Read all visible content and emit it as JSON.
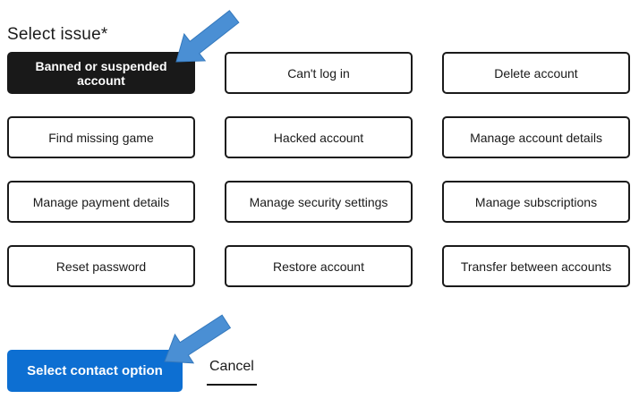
{
  "heading": "Select issue*",
  "issues": [
    {
      "label": "Banned or suspended account",
      "selected": true
    },
    {
      "label": "Can't log in",
      "selected": false
    },
    {
      "label": "Delete account",
      "selected": false
    },
    {
      "label": "Find missing game",
      "selected": false
    },
    {
      "label": "Hacked account",
      "selected": false
    },
    {
      "label": "Manage account details",
      "selected": false
    },
    {
      "label": "Manage payment details",
      "selected": false
    },
    {
      "label": "Manage security settings",
      "selected": false
    },
    {
      "label": "Manage subscriptions",
      "selected": false
    },
    {
      "label": "Reset password",
      "selected": false
    },
    {
      "label": "Restore account",
      "selected": false
    },
    {
      "label": "Transfer between accounts",
      "selected": false
    }
  ],
  "actions": {
    "submit_label": "Select contact option",
    "cancel_label": "Cancel"
  },
  "colors": {
    "primary_blue": "#0d6fd2",
    "selected_button_black": "#191919",
    "button_border_black": "#1a1a1a",
    "annotation_arrow_blue": "#4a8fd4"
  },
  "annotations": {
    "selected_issue_arrow": "arrow pointing at selected issue button",
    "submit_arrow": "arrow pointing at submit button"
  }
}
